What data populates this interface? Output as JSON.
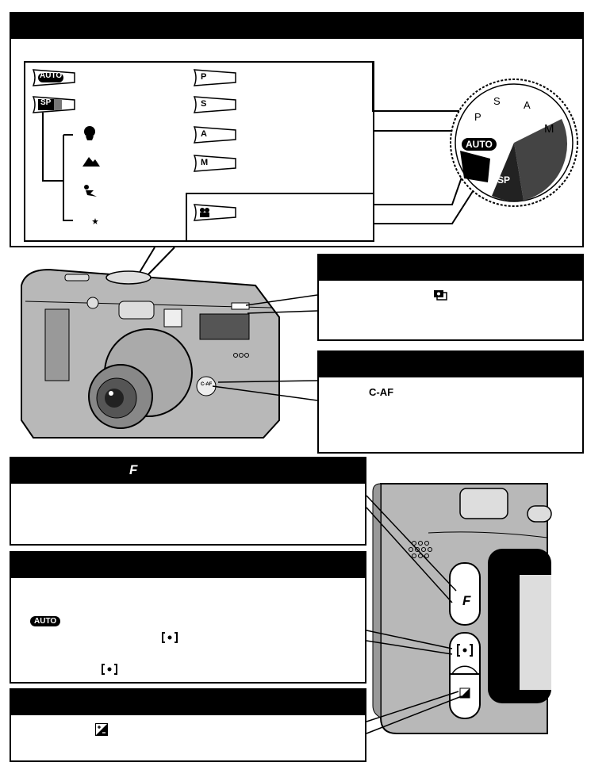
{
  "top_panel": {
    "mode_tags_left": [
      "AUTO",
      "SP"
    ],
    "mode_tags_right": [
      "P",
      "S",
      "A",
      "M"
    ],
    "movie_tag_icon": "movie-camera-icon",
    "scene_icons": [
      "portrait-icon",
      "landscape-icon",
      "sports-icon",
      "night-scene-icon"
    ]
  },
  "dial": {
    "labels": [
      "P",
      "S",
      "A",
      "M",
      "AUTO",
      "SP"
    ]
  },
  "camera_front": {
    "cafl_label": "C-AF"
  },
  "panel_continuous": {
    "icon": "continuous-shooting-icon"
  },
  "panel_caf": {
    "text": "C-AF"
  },
  "panel_f": {
    "title_symbol": "F"
  },
  "panel_spot": {
    "auto_badge": "AUTO"
  },
  "camera_back": {
    "f_button_label": "F"
  },
  "colors": {
    "bar": "#000000",
    "camera_body": "#b8b8b8",
    "camera_dark": "#6a6a6a"
  }
}
